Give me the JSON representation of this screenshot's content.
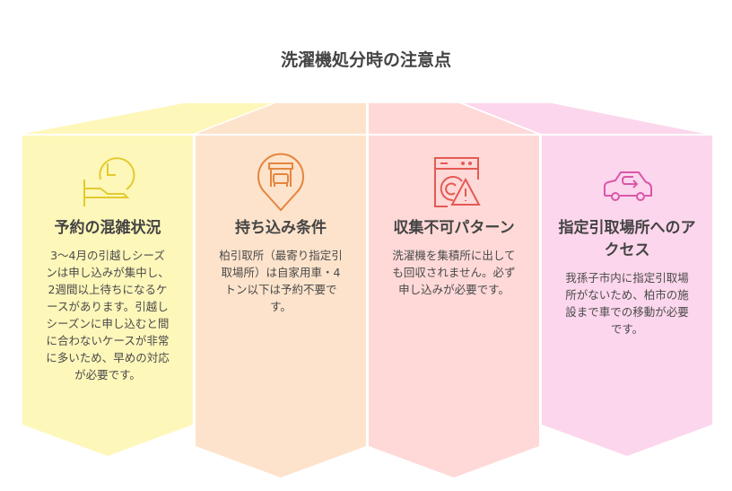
{
  "title": "洗濯機処分時の注意点",
  "colors": {
    "yellow": "#FEF7BA",
    "peach": "#FDE3CB",
    "red": "#FED9D8",
    "pink": "#FCD6EC"
  },
  "cards": [
    {
      "icon": "clock-hand-icon",
      "color": "#E2CB2E",
      "heading": "予約の混雑状況",
      "body": "3〜4月の引越しシーズンは申し込みが集中し、2週間以上待ちになるケースがあります。引越しシーズンに申し込むと間に合わないケースが非常に多いため、早めの対応が必要です。"
    },
    {
      "icon": "location-car-icon",
      "color": "#E5853E",
      "heading": "持ち込み条件",
      "body": "柏引取所（最寄り指定引取場所）は自家用車・4トン以下は予約不要です。"
    },
    {
      "icon": "washer-warning-icon",
      "color": "#E45A52",
      "heading": "収集不可パターン",
      "body": "洗濯機を集積所に出しても回収されません。必ず申し込みが必要です。"
    },
    {
      "icon": "car-arrow-icon",
      "color": "#D957AA",
      "heading": "指定引取場所へのアクセス",
      "body": "我孫子市内に指定引取場所がないため、柏市の施設まで車での移動が必要です。"
    }
  ]
}
